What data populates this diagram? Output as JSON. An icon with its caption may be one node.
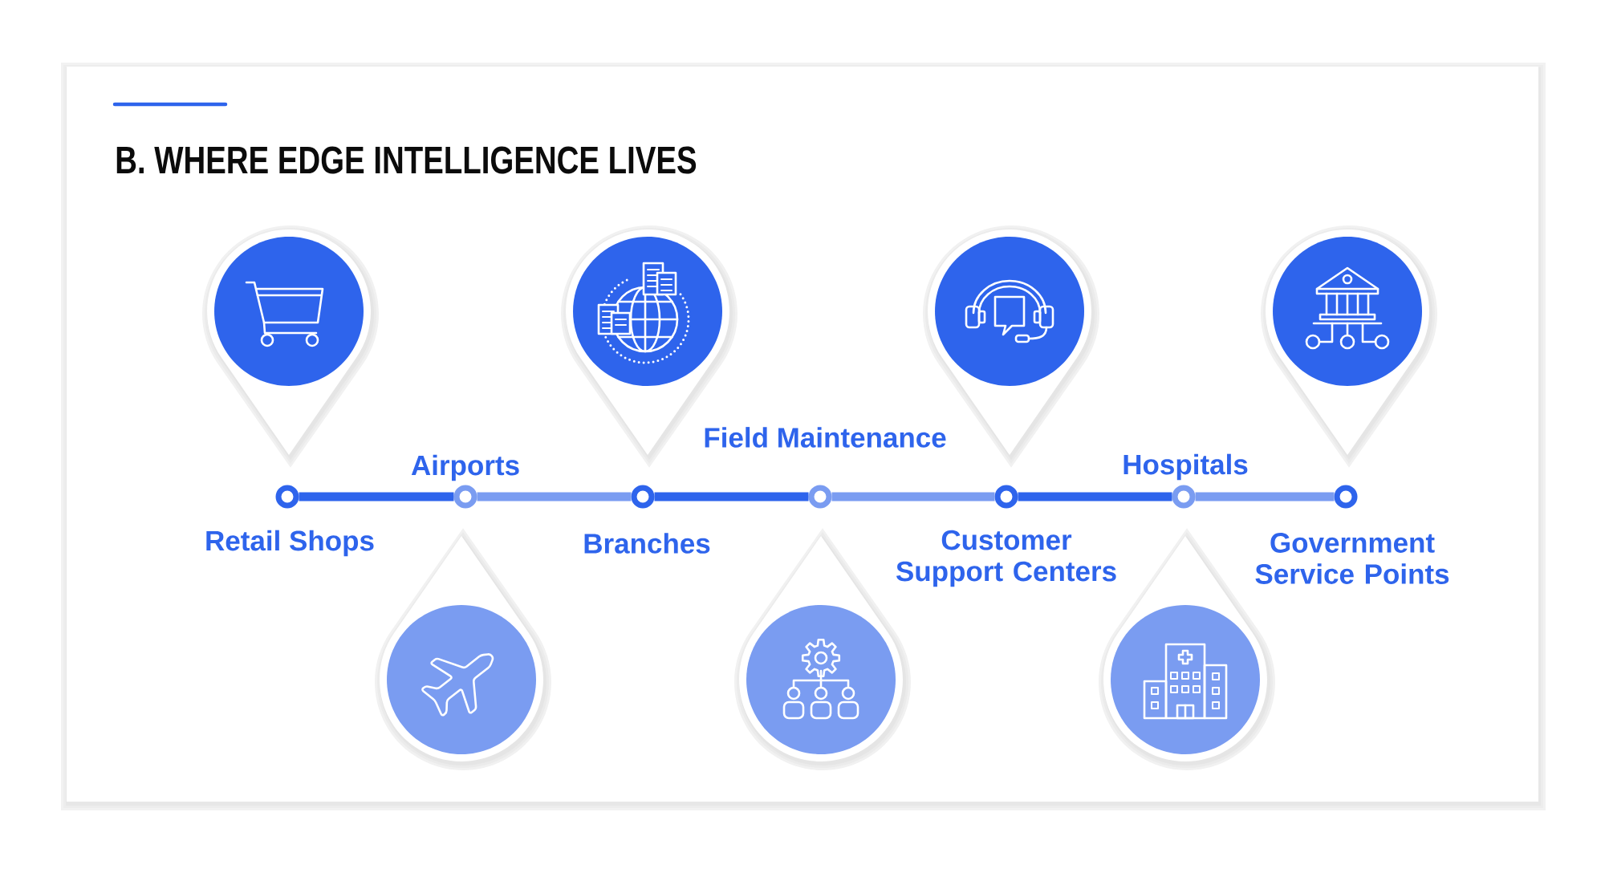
{
  "diagram": {
    "title": "B. WHERE EDGE INTELLIGENCE LIVES",
    "nodes": [
      {
        "text": [],
        "shape": "circle",
        "beside": [
          "Retail Shops"
        ]
      },
      {
        "text": [],
        "shape": "circle",
        "beside": [
          "Airports"
        ]
      },
      {
        "text": [],
        "shape": "circle",
        "beside": [
          "Branches"
        ]
      },
      {
        "text": [],
        "shape": "circle",
        "beside": [
          "Field Maintenance"
        ]
      },
      {
        "text": [],
        "shape": "circle",
        "beside": [
          "Customer Support Centers"
        ]
      },
      {
        "text": [],
        "shape": "circle",
        "beside": [
          "Hospitals"
        ]
      },
      {
        "text": [],
        "shape": "circle",
        "beside": [
          "Government Service Points"
        ]
      }
    ],
    "edges": [
      {
        "from": 0,
        "to": 1,
        "arrow": "none",
        "color": "#2e64ec"
      },
      {
        "from": 1,
        "to": 2,
        "arrow": "none",
        "color": "#7a9cf1"
      },
      {
        "from": 2,
        "to": 3,
        "arrow": "none",
        "color": "#2e64ec"
      },
      {
        "from": 3,
        "to": 4,
        "arrow": "none",
        "color": "#7a9cf1"
      },
      {
        "from": 4,
        "to": 5,
        "arrow": "none",
        "color": "#2e64ec"
      },
      {
        "from": 5,
        "to": 6,
        "arrow": "none",
        "color": "#7a9cf1"
      }
    ]
  }
}
